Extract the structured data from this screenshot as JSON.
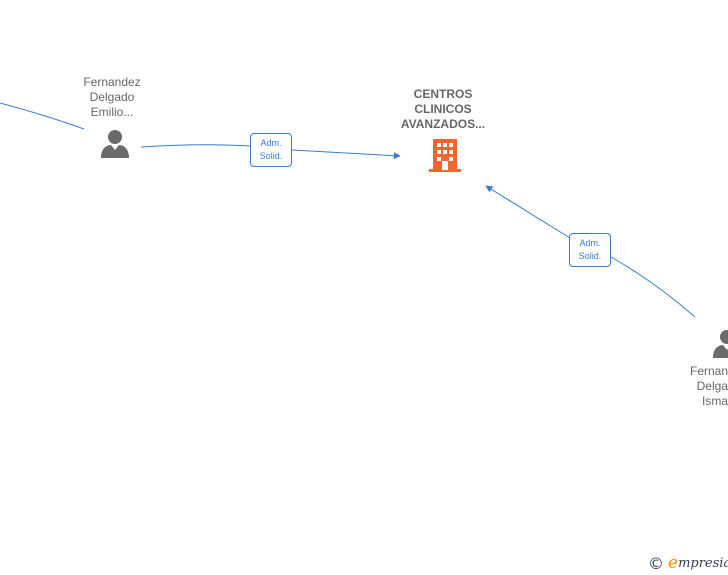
{
  "nodes": {
    "company": {
      "label": "CENTROS\nCLINICOS\nAVANZADOS...",
      "icon": "building-icon",
      "color": "#f4652f"
    },
    "person_emilio": {
      "label": "Fernandez\nDelgado\nEmilio...",
      "icon": "person-icon",
      "color": "#6b6b6b"
    },
    "person_ismael": {
      "label": "Fernan\nDelga\nIsma",
      "icon": "person-icon",
      "color": "#6b6b6b"
    }
  },
  "edges": [
    {
      "from": "person_emilio",
      "to": "company",
      "line1": "Adm.",
      "line2": "Solid."
    },
    {
      "from": "person_ismael",
      "to": "company",
      "line1": "Adm.",
      "line2": "Solid."
    }
  ],
  "colors": {
    "edge": "#3a7cc9",
    "label": "#666666"
  },
  "footer": {
    "copyright_symbol": "©",
    "brand_initial": "e",
    "brand_rest": "mpresia"
  }
}
